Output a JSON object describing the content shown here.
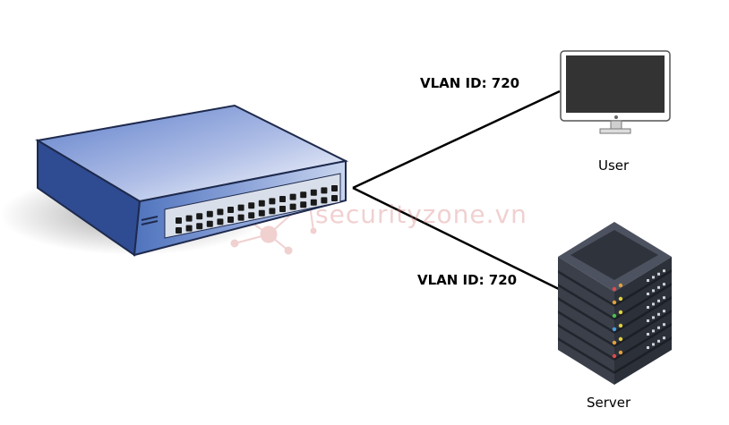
{
  "links": [
    {
      "label": "VLAN ID: 720",
      "target": "User"
    },
    {
      "label": "VLAN ID: 720",
      "target": "Server"
    }
  ],
  "devices": {
    "switch": {
      "icon": "network-switch-icon"
    },
    "user": {
      "label": "User",
      "icon": "monitor-icon"
    },
    "server": {
      "label": "Server",
      "icon": "server-rack-icon"
    }
  },
  "watermark": {
    "text": "securityzone.vn"
  },
  "colors": {
    "switch_top": "#8fa6dc",
    "switch_front": "#5b7fc6",
    "switch_edge": "#2e3f73",
    "server_body": "#3b3f4a",
    "server_top": "#555a66",
    "monitor_screen": "#333333",
    "line": "#000000"
  }
}
